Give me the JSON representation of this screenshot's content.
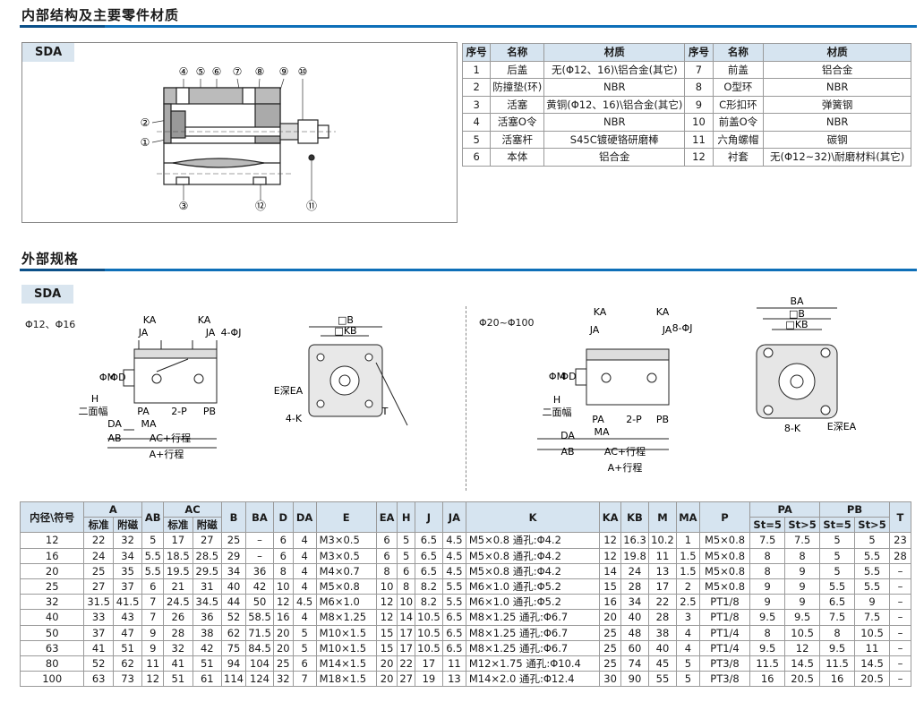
{
  "section1": {
    "title": "内部结构及主要零件材质",
    "tag": "SDA"
  },
  "section2": {
    "title": "外部规格",
    "tag": "SDA",
    "left_label": "Φ12、Φ16",
    "right_label": "Φ20~Φ100"
  },
  "callouts": [
    "④",
    "⑤",
    "⑥",
    "⑦",
    "⑧",
    "⑨",
    "⑩",
    "②",
    "①",
    "③",
    "⑫",
    "⑪"
  ],
  "materials": {
    "headers": [
      "序号",
      "名称",
      "材质",
      "序号",
      "名称",
      "材质"
    ],
    "rows": [
      [
        "1",
        "后盖",
        "无(Φ12、16)\\铝合金(其它)",
        "7",
        "前盖",
        "铝合金"
      ],
      [
        "2",
        "防撞垫(环)",
        "NBR",
        "8",
        "O型环",
        "NBR"
      ],
      [
        "3",
        "活塞",
        "黄铜(Φ12、16)\\铝合金(其它)",
        "9",
        "C形扣环",
        "弹簧钢"
      ],
      [
        "4",
        "活塞O令",
        "NBR",
        "10",
        "前盖O令",
        "NBR"
      ],
      [
        "5",
        "活塞杆",
        "S45C镀硬铬研磨棒",
        "11",
        "六角螺帽",
        "碳钢"
      ],
      [
        "6",
        "本体",
        "铝合金",
        "12",
        "衬套",
        "无(Φ12~32)\\耐磨材料(其它)"
      ]
    ]
  },
  "dims": {
    "ka": "KA",
    "ja": "JA",
    "j": "J",
    "e_j": "4-ΦJ",
    "e_j2": "8-ΦJ",
    "m": "ΦM",
    "d": "ΦD",
    "h": "H",
    "flats": "二面幅",
    "pa": "PA",
    "pb": "PB",
    "p2": "2-P",
    "ma": "MA",
    "da": "DA",
    "ab": "AB",
    "ac": "AC+行程",
    "a": "A+行程",
    "b": "□B",
    "kb": "□KB",
    "ba": "BA",
    "eea": "E深EA",
    "k4": "4-K",
    "k8": "8-K",
    "t": "T"
  },
  "spec": {
    "head_row1": [
      "内径\\符号",
      "A",
      "AB",
      "AC",
      "B",
      "BA",
      "D",
      "DA",
      "E",
      "EA",
      "H",
      "J",
      "JA",
      "K",
      "KA",
      "KB",
      "M",
      "MA",
      "P",
      "PA",
      "PB",
      "T"
    ],
    "head_row2": [
      "标准",
      "附磁",
      "标准",
      "附磁",
      "St=5",
      "St>5",
      "St=5",
      "St>5"
    ],
    "rows": [
      [
        "12",
        "22",
        "32",
        "5",
        "17",
        "27",
        "25",
        "–",
        "6",
        "4",
        "M3×0.5",
        "6",
        "5",
        "6.5",
        "4.5",
        "M5×0.8 通孔:Φ4.2",
        "12",
        "16.3",
        "10.2",
        "1",
        "M5×0.8",
        "7.5",
        "7.5",
        "5",
        "5",
        "23"
      ],
      [
        "16",
        "24",
        "34",
        "5.5",
        "18.5",
        "28.5",
        "29",
        "–",
        "6",
        "4",
        "M3×0.5",
        "6",
        "5",
        "6.5",
        "4.5",
        "M5×0.8 通孔:Φ4.2",
        "12",
        "19.8",
        "11",
        "1.5",
        "M5×0.8",
        "8",
        "8",
        "5",
        "5.5",
        "28"
      ],
      [
        "20",
        "25",
        "35",
        "5.5",
        "19.5",
        "29.5",
        "34",
        "36",
        "8",
        "4",
        "M4×0.7",
        "8",
        "6",
        "6.5",
        "4.5",
        "M5×0.8 通孔:Φ4.2",
        "14",
        "24",
        "13",
        "1.5",
        "M5×0.8",
        "8",
        "9",
        "5",
        "5.5",
        "–"
      ],
      [
        "25",
        "27",
        "37",
        "6",
        "21",
        "31",
        "40",
        "42",
        "10",
        "4",
        "M5×0.8",
        "10",
        "8",
        "8.2",
        "5.5",
        "M6×1.0 通孔:Φ5.2",
        "15",
        "28",
        "17",
        "2",
        "M5×0.8",
        "9",
        "9",
        "5.5",
        "5.5",
        "–"
      ],
      [
        "32",
        "31.5",
        "41.5",
        "7",
        "24.5",
        "34.5",
        "44",
        "50",
        "12",
        "4.5",
        "M6×1.0",
        "12",
        "10",
        "8.2",
        "5.5",
        "M6×1.0 通孔:Φ5.2",
        "16",
        "34",
        "22",
        "2.5",
        "PT1/8",
        "9",
        "9",
        "6.5",
        "9",
        "–"
      ],
      [
        "40",
        "33",
        "43",
        "7",
        "26",
        "36",
        "52",
        "58.5",
        "16",
        "4",
        "M8×1.25",
        "12",
        "14",
        "10.5",
        "6.5",
        "M8×1.25 通孔:Φ6.7",
        "20",
        "40",
        "28",
        "3",
        "PT1/8",
        "9.5",
        "9.5",
        "7.5",
        "7.5",
        "–"
      ],
      [
        "50",
        "37",
        "47",
        "9",
        "28",
        "38",
        "62",
        "71.5",
        "20",
        "5",
        "M10×1.5",
        "15",
        "17",
        "10.5",
        "6.5",
        "M8×1.25 通孔:Φ6.7",
        "25",
        "48",
        "38",
        "4",
        "PT1/4",
        "8",
        "10.5",
        "8",
        "10.5",
        "–"
      ],
      [
        "63",
        "41",
        "51",
        "9",
        "32",
        "42",
        "75",
        "84.5",
        "20",
        "5",
        "M10×1.5",
        "15",
        "17",
        "10.5",
        "6.5",
        "M8×1.25 通孔:Φ6.7",
        "25",
        "60",
        "40",
        "4",
        "PT1/4",
        "9.5",
        "12",
        "9.5",
        "11",
        "–"
      ],
      [
        "80",
        "52",
        "62",
        "11",
        "41",
        "51",
        "94",
        "104",
        "25",
        "6",
        "M14×1.5",
        "20",
        "22",
        "17",
        "11",
        "M12×1.75 通孔:Φ10.4",
        "25",
        "74",
        "45",
        "5",
        "PT3/8",
        "11.5",
        "14.5",
        "11.5",
        "14.5",
        "–"
      ],
      [
        "100",
        "63",
        "73",
        "12",
        "51",
        "61",
        "114",
        "124",
        "32",
        "7",
        "M18×1.5",
        "20",
        "27",
        "19",
        "13",
        "M14×2.0 通孔:Φ12.4",
        "30",
        "90",
        "55",
        "5",
        "PT3/8",
        "16",
        "20.5",
        "16",
        "20.5",
        "–"
      ]
    ]
  }
}
